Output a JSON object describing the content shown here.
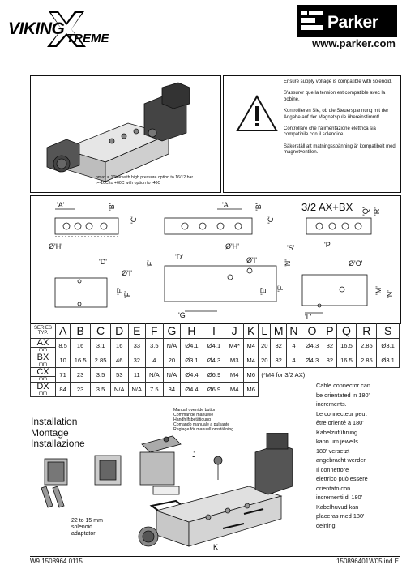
{
  "brand": {
    "viking": "VIKING",
    "x": "X",
    "treme": "TREME",
    "parker": "Parker",
    "url": "www.parker.com"
  },
  "top_panel": {
    "spec_line1": "pmax = 10bar with high pressure option to 16/12 bar.",
    "spec_line2": "t=-10C to +60C with option to -40C"
  },
  "warning": {
    "en": "Ensure supply voltage is compatible with solenoid.",
    "fr": "S'assurer que la tension est compatible avec la bobine.",
    "de": "Kontrollieren Sie, ob die Steuerspannung mit der Angabe auf der Magnetspule übereinstimmt!",
    "it": "Controllare che l'alimentazione elettrica sia compatibile con il solenoide.",
    "sv": "Säkerställ att matningsspänning är kompatibelt med magnetventilen."
  },
  "drawing": {
    "model": "3/2 AX+BX",
    "labels": {
      "A": "'A'",
      "B": "'B'",
      "C": "'C'",
      "D": "'D'",
      "E": "'E'",
      "F": "'F'",
      "G": "'G'",
      "H": "Ø'H'",
      "I": "Ø'I'",
      "L": "'L'",
      "M": "'M'",
      "N": "'N'",
      "O": "Ø'O'",
      "P": "'P'",
      "Q": "'Q'",
      "R": "'R'",
      "S": "'S'"
    }
  },
  "table": {
    "header_series": "SERIES TYP.",
    "columns": [
      "A",
      "B",
      "C",
      "D",
      "E",
      "F",
      "G",
      "H",
      "I",
      "J",
      "K",
      "L",
      "M",
      "N",
      "O",
      "P",
      "Q",
      "R",
      "S"
    ],
    "unit": "mm",
    "rows": [
      {
        "series": "AX",
        "cells": [
          "8.5",
          "16",
          "3.1",
          "16",
          "33",
          "3.5",
          "N/A",
          "Ø4.1",
          "Ø4.1",
          "M4*",
          "M4",
          "20",
          "32",
          "4",
          "Ø4.3",
          "32",
          "16.5",
          "2.85",
          "Ø3.1"
        ]
      },
      {
        "series": "BX",
        "cells": [
          "10",
          "16.5",
          "2.85",
          "46",
          "32",
          "4",
          "20",
          "Ø3.1",
          "Ø4.3",
          "M3",
          "M4",
          "20",
          "32",
          "4",
          "Ø4.3",
          "32",
          "16.5",
          "2.85",
          "Ø3.1"
        ]
      },
      {
        "series": "CX",
        "cells": [
          "71",
          "23",
          "3.5",
          "53",
          "11",
          "N/A",
          "N/A",
          "Ø4.4",
          "Ø6.9",
          "M4",
          "M6"
        ]
      },
      {
        "series": "DX",
        "cells": [
          "84",
          "23",
          "3.5",
          "N/A",
          "N/A",
          "7.5",
          "34",
          "Ø4.4",
          "Ø6.9",
          "M4",
          "M6"
        ]
      }
    ],
    "footnote": "(*M4 for 3/2 AX)"
  },
  "cable_note": {
    "en1": "Cable connector can",
    "en2": "be orientated in 180'",
    "en3": "increments.",
    "fr1": "Le connecteur peut",
    "fr2": "être orienté à 180'",
    "de1": "Kabelzuführung",
    "de2": "kann um jewells",
    "de3": "180' versetzt",
    "de4": "angebracht werden",
    "it1": "Il connettore",
    "it2": "elettrico può essere",
    "it3": "orientato con",
    "it4": "incrementi di 180'",
    "sv1": "Kabelhuvud kan",
    "sv2": "placeras med 180'",
    "sv3": "delning"
  },
  "installation": {
    "en": "Installation",
    "fr": "Montage",
    "it": "Installazione",
    "override_en": "Manual override button",
    "override_fr": "Commande manuelle",
    "override_de": "Handhilfsbetätigung",
    "override_it": "Comando manuale a pulsante",
    "override_sv": "Reglage för manuell omställning",
    "adaptor_1": "22 to 15 mm",
    "adaptor_2": "solenoid",
    "adaptor_3": "adaptator",
    "label_j": "J",
    "label_k": "K"
  },
  "footer": {
    "left": "W9 1508964 0115",
    "right": "150896401W05 ind E"
  }
}
